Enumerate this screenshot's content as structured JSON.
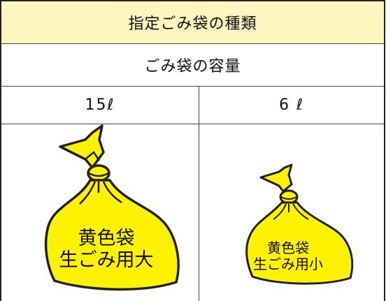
{
  "table": {
    "title": "指定ごみ袋の種類",
    "capacity_header": "ごみ袋の容量",
    "sizes": [
      {
        "capacity": "15ℓ",
        "bag_color": "黄色袋",
        "bag_type": "生ごみ用大"
      },
      {
        "capacity": "6 ℓ",
        "bag_color": "黄色袋",
        "bag_type": "生ごみ用小"
      }
    ]
  },
  "colors": {
    "title_background": "#fff5bf",
    "bag_fill": "#fff200",
    "outline": "#222222"
  },
  "icons": [
    "garbage-bag-large-icon",
    "garbage-bag-small-icon"
  ]
}
